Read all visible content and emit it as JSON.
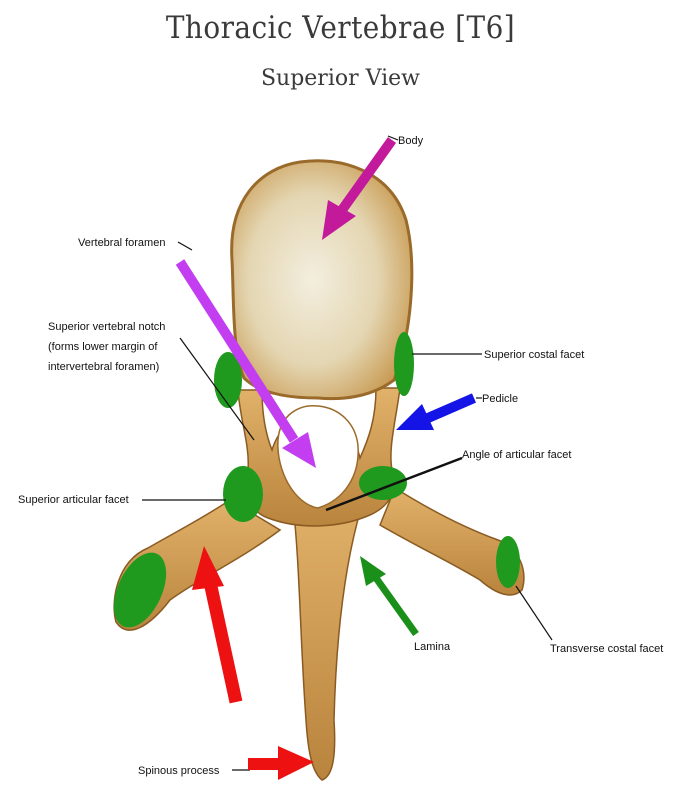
{
  "title": "Thoracic Vertebrae [T6]",
  "subtitle": "Superior View",
  "labels": {
    "body": "Body",
    "vertebral_foramen": "Vertebral foramen",
    "superior_vertebral_notch_1": "Superior vertebral notch",
    "superior_vertebral_notch_2": "(forms lower margin of",
    "superior_vertebral_notch_3": "intervertebral foramen)",
    "superior_costal_facet": "Superior costal facet",
    "pedicle": "Pedicle",
    "angle_of_articular_facet": "Angle of articular facet",
    "superior_articular_facet": "Superior articular facet",
    "lamina": "Lamina",
    "transverse_costal_facet": "Transverse costal facet",
    "spinous_process": "Spinous process"
  },
  "colors": {
    "bone": "#d9a860",
    "bone_dark": "#a8722c",
    "body_center": "#f1ead6",
    "facet": "#1f9a1f",
    "arrow_magenta": "#c21a9a",
    "arrow_violet": "#c23ef0",
    "arrow_blue": "#1414e6",
    "arrow_green": "#1a8f1a",
    "arrow_red": "#ee1111"
  }
}
